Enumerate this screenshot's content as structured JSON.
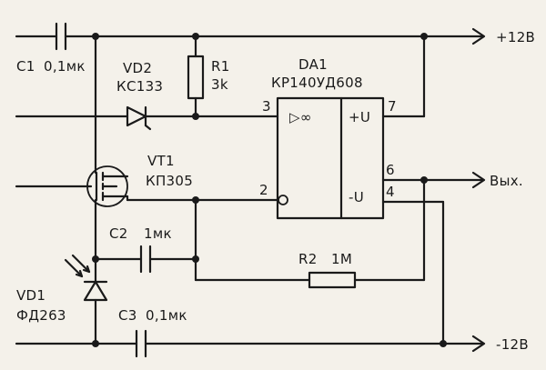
{
  "components": {
    "c1": {
      "ref": "C1",
      "value": "0,1мк"
    },
    "vd2": {
      "ref": "VD2",
      "type": "КС133"
    },
    "r1": {
      "ref": "R1",
      "value": "3k"
    },
    "da1": {
      "ref": "DA1",
      "type": "КР140УД608",
      "symbol": "▷∞",
      "pin_plus_u": "+U",
      "pin_minus_u": "-U"
    },
    "vt1": {
      "ref": "VT1",
      "type": "КП305"
    },
    "c2": {
      "ref": "C2",
      "value": "1мк"
    },
    "r2": {
      "ref": "R2",
      "value": "1M"
    },
    "vd1": {
      "ref": "VD1",
      "type": "ФД263"
    },
    "c3": {
      "ref": "C3",
      "value": "0,1мк"
    }
  },
  "pins": {
    "p3": "3",
    "p2": "2",
    "p7": "7",
    "p6": "6",
    "p4": "4"
  },
  "terminals": {
    "vplus": "+12В",
    "out": "Вых.",
    "vminus": "-12В"
  }
}
